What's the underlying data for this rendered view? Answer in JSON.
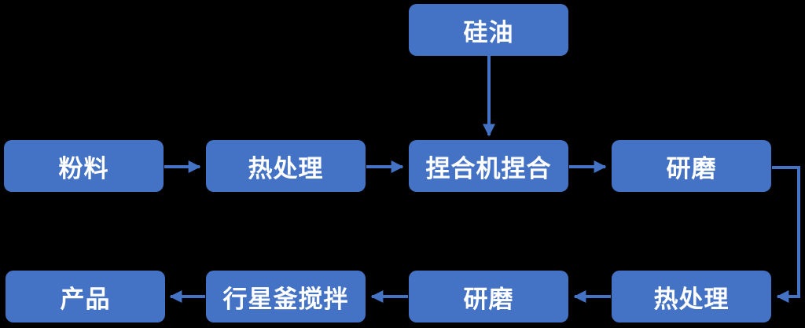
{
  "diagram": {
    "background_color": "#000000",
    "node_fill_color": "#4472C4",
    "node_text_color": "#FFFFFF",
    "arrow_color": "#4472C4",
    "nodes": {
      "silicone_oil": "硅油",
      "powder": "粉料",
      "heat_treatment_1": "热处理",
      "kneader_kneading": "捏合机捏合",
      "grinding_1": "研磨",
      "heat_treatment_2": "热处理",
      "grinding_2": "研磨",
      "planetary_kettle_stirring": "行星釜搅拌",
      "product": "产品"
    },
    "flow": [
      "粉料 → 热处理 → 捏合机捏合 → 研磨 → 热处理 → 研磨 → 行星釜搅拌 → 产品",
      "硅油 → 捏合机捏合"
    ]
  }
}
